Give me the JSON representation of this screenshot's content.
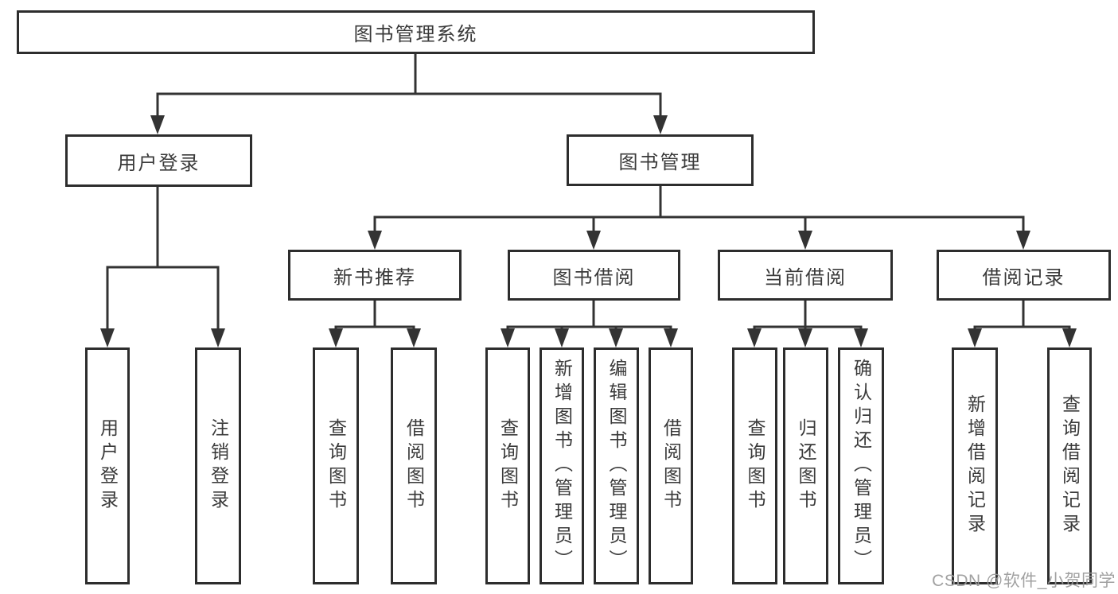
{
  "diagram_title": "图书管理系统",
  "tree": {
    "label": "图书管理系统",
    "children": [
      {
        "label": "用户登录",
        "children": [
          {
            "label": "用户登录"
          },
          {
            "label": "注销登录"
          }
        ]
      },
      {
        "label": "图书管理",
        "children": [
          {
            "label": "新书推荐",
            "children": [
              {
                "label": "查询图书"
              },
              {
                "label": "借阅图书"
              }
            ]
          },
          {
            "label": "图书借阅",
            "children": [
              {
                "label": "查询图书"
              },
              {
                "label": "新增图书（管理员）"
              },
              {
                "label": "编辑图书（管理员）"
              },
              {
                "label": "借阅图书"
              }
            ]
          },
          {
            "label": "当前借阅",
            "children": [
              {
                "label": "查询图书"
              },
              {
                "label": "归还图书"
              },
              {
                "label": "确认归还（管理员）"
              }
            ]
          },
          {
            "label": "借阅记录",
            "children": [
              {
                "label": "新增借阅记录"
              },
              {
                "label": "查询借阅记录"
              }
            ]
          }
        ]
      }
    ]
  },
  "watermark": {
    "text": "CSDN @软件_小贺同学"
  },
  "colors": {
    "background": "#ffffff",
    "box_border": "#2d2d2d",
    "connector_line": "#333333",
    "text": "#3a3a3a",
    "watermark_text": "#9a9a9a"
  }
}
